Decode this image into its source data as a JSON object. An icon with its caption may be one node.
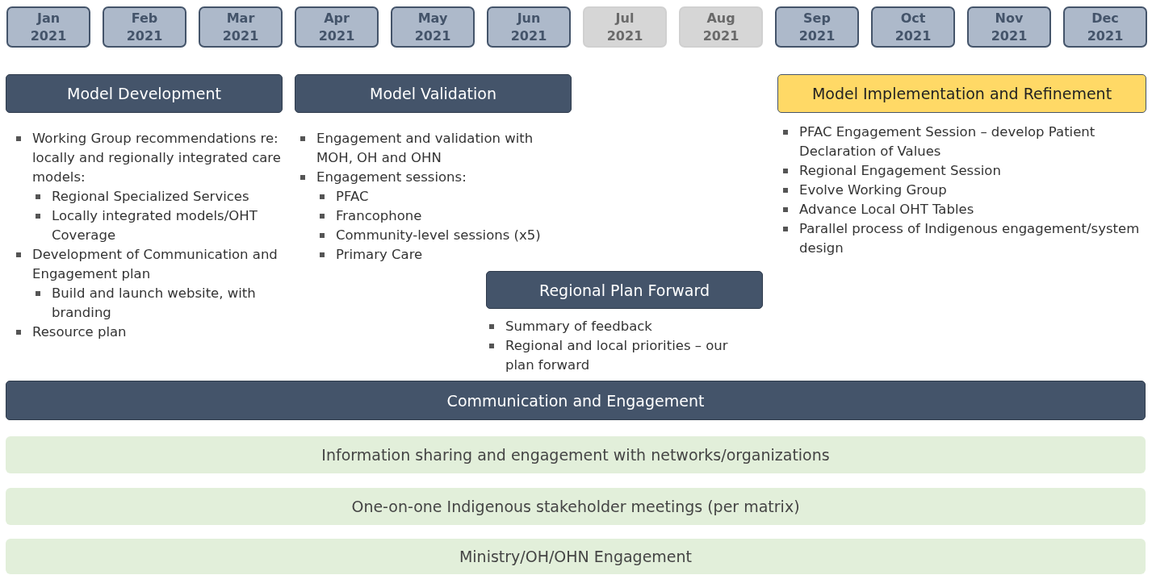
{
  "diagram": {
    "nodes": [
      {
        "text": [
          "Jan 2021"
        ]
      },
      {
        "text": [
          "Feb 2021"
        ]
      },
      {
        "text": [
          "Mar 2021"
        ]
      },
      {
        "text": [
          "Apr 2021"
        ]
      },
      {
        "text": [
          "May 2021"
        ]
      },
      {
        "text": [
          "Jun 2021"
        ]
      },
      {
        "text": [
          "Jul 2021"
        ]
      },
      {
        "text": [
          "Aug 2021"
        ]
      },
      {
        "text": [
          "Sep 2021"
        ]
      },
      {
        "text": [
          "Oct 2021"
        ]
      },
      {
        "text": [
          "Nov 2021"
        ]
      },
      {
        "text": [
          "Dec 2021"
        ]
      },
      {
        "text": [
          "Model Development"
        ],
        "beside": [
          "Working Group recommendations re: locally and regionally integrated care models:",
          "Regional Specialized Services",
          "Locally integrated models/OHT Coverage",
          "Development of Communication and Engagement plan",
          "Build and launch website, with branding",
          "Resource plan"
        ]
      },
      {
        "text": [
          "Model Validation"
        ],
        "beside": [
          "Engagement and validation with MOH, OH and OHN",
          "Engagement sessions:",
          "PFAC",
          "Francophone",
          "Community-level sessions (x5)",
          "Primary Care"
        ]
      },
      {
        "text": [
          "Model Implementation and Refinement"
        ],
        "beside": [
          "PFAC Engagement Session – develop Patient Declaration of Values",
          "Regional Engagement Session",
          "Evolve Working Group",
          "Advance Local OHT Tables",
          "Parallel process of Indigenous engagement/system design"
        ]
      },
      {
        "text": [
          "Regional Plan Forward"
        ],
        "beside": [
          "Summary of feedback",
          "Regional and local priorities – our plan forward"
        ]
      },
      {
        "text": [
          "Communication and Engagement"
        ]
      },
      {
        "text": [
          "Information sharing and engagement with networks/organizations"
        ]
      },
      {
        "text": [
          "One-on-one Indigenous stakeholder meetings (per matrix)"
        ]
      },
      {
        "text": [
          "Ministry/OH/OHN Engagement"
        ]
      }
    ]
  }
}
